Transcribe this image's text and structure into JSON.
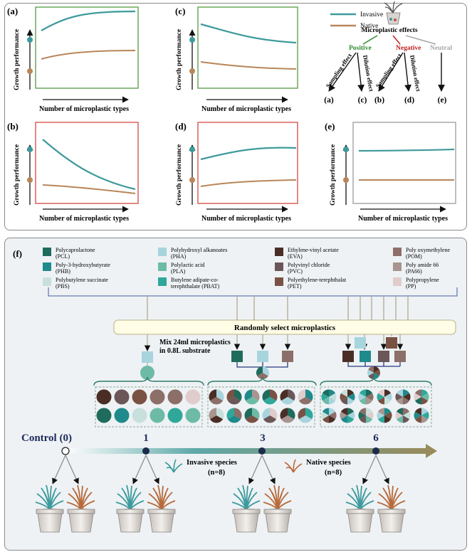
{
  "panels": [
    {
      "label": "(a)",
      "xlabel": "Number of microplastic types",
      "ylabel": "Growth performance",
      "border": "#6aa85a"
    },
    {
      "label": "(c)",
      "xlabel": "Number of microplastic types",
      "ylabel": "Growth performance",
      "border": "#6aa85a"
    },
    {
      "label": "(b)",
      "xlabel": "Number of microplastic types",
      "ylabel": "Growth performance",
      "border": "#d9605a"
    },
    {
      "label": "(d)",
      "xlabel": "Number of microplastic types",
      "ylabel": "Growth performance",
      "border": "#d9605a"
    },
    {
      "label": "(e)",
      "xlabel": "Number of microplastic types",
      "ylabel": "Growth performance",
      "border": "#a8a8a8"
    }
  ],
  "legend": {
    "invasive": "Invasive",
    "native": "Native",
    "invasive_color": "#3e9a9c",
    "native_color": "#b8865a"
  },
  "tree": {
    "root": "Microplastic effects",
    "positive": "Positive",
    "negative": "Negative",
    "neutral": "Neutral",
    "sampling_effect": "Sampling effect",
    "dilution_effect": "Dilution effect",
    "leaves": [
      "(a)",
      "(c)",
      "(b)",
      "(d)",
      "(e)"
    ],
    "positive_color": "#2f8a2f",
    "negative_color": "#c02020",
    "neutral_color": "#a8a8a8"
  },
  "panel_f": {
    "label": "(f)",
    "microplastics": [
      {
        "name": "Polycaprolactone",
        "abbr": "(PCL)",
        "color": "#1f6b5c"
      },
      {
        "name": "Poly-3-hydroxybutyrate",
        "abbr": "(PHB)",
        "color": "#1f8a8c"
      },
      {
        "name": "Polybutylene succinate",
        "abbr": "(PBS)",
        "color": "#c8e0dc"
      },
      {
        "name": "Polyhydroxyl alkanoates",
        "abbr": "(PHA)",
        "color": "#a8d4de"
      },
      {
        "name": "Polylactic acid",
        "abbr": "(PLA)",
        "color": "#6dbba6"
      },
      {
        "name": "Butylene  adipate-co-",
        "abbr": "terephthalate (PBAT)",
        "color": "#2fa89a"
      },
      {
        "name": "Ethylene-vinyl acetate",
        "abbr": "(EVA)",
        "color": "#4a2e26"
      },
      {
        "name": "Polyvinyl chloride",
        "abbr": "(PVC)",
        "color": "#6b5658"
      },
      {
        "name": "Polyethylene-terephthalat",
        "abbr": "(PET)",
        "color": "#7a5244"
      },
      {
        "name": "Poly oxymethylene",
        "abbr": "(POM)",
        "color": "#8c6f68"
      },
      {
        "name": "Poly amide 66",
        "abbr": "(PA66)",
        "color": "#a89490"
      },
      {
        "name": "Polypropylene",
        "abbr": "(PP)",
        "color": "#e0cccc"
      }
    ],
    "random_select": "Randomly select microplastics",
    "mix_line1": "Mix 24ml microplastics",
    "mix_line2": "in 0.8L substrate",
    "timeline": {
      "control": "Control (0)",
      "levels": [
        "1",
        "3",
        "6"
      ]
    },
    "invasive_species": "Invasive species",
    "invasive_n": "(n=8)",
    "native_species": "Native species",
    "native_n": "(n=8)"
  }
}
